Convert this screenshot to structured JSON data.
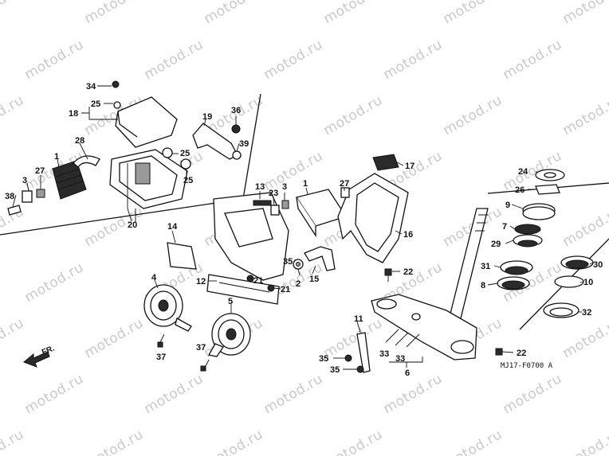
{
  "watermark": "motod.ru",
  "diagram_code": "MJ17-F0700 A",
  "direction_label": "FR.",
  "callouts": [
    {
      "id": "c34",
      "label": "34"
    },
    {
      "id": "c25a",
      "label": "25"
    },
    {
      "id": "c18",
      "label": "18"
    },
    {
      "id": "c28",
      "label": "28"
    },
    {
      "id": "c1a",
      "label": "1"
    },
    {
      "id": "c3a",
      "label": "3"
    },
    {
      "id": "c27a",
      "label": "27"
    },
    {
      "id": "c38",
      "label": "38"
    },
    {
      "id": "c20",
      "label": "20"
    },
    {
      "id": "c19",
      "label": "19"
    },
    {
      "id": "c36",
      "label": "36"
    },
    {
      "id": "c39",
      "label": "39"
    },
    {
      "id": "c25b",
      "label": "25"
    },
    {
      "id": "c25c",
      "label": "25"
    },
    {
      "id": "c13",
      "label": "13"
    },
    {
      "id": "c23",
      "label": "23"
    },
    {
      "id": "c3b",
      "label": "3"
    },
    {
      "id": "c1b",
      "label": "1"
    },
    {
      "id": "c27b",
      "label": "27"
    },
    {
      "id": "c17",
      "label": "17"
    },
    {
      "id": "c16",
      "label": "16"
    },
    {
      "id": "c14",
      "label": "14"
    },
    {
      "id": "c35a",
      "label": "35"
    },
    {
      "id": "c2",
      "label": "2"
    },
    {
      "id": "c15",
      "label": "15"
    },
    {
      "id": "c22a",
      "label": "22"
    },
    {
      "id": "c12",
      "label": "12"
    },
    {
      "id": "c21a",
      "label": "21"
    },
    {
      "id": "c21b",
      "label": "21"
    },
    {
      "id": "c4",
      "label": "4"
    },
    {
      "id": "c5",
      "label": "5"
    },
    {
      "id": "c37a",
      "label": "37"
    },
    {
      "id": "c37b",
      "label": "37"
    },
    {
      "id": "c11",
      "label": "11"
    },
    {
      "id": "c33a",
      "label": "33"
    },
    {
      "id": "c33b",
      "label": "33"
    },
    {
      "id": "c35b",
      "label": "35"
    },
    {
      "id": "c35c",
      "label": "35"
    },
    {
      "id": "c6",
      "label": "6"
    },
    {
      "id": "c22b",
      "label": "22"
    },
    {
      "id": "c24",
      "label": "24"
    },
    {
      "id": "c26",
      "label": "26"
    },
    {
      "id": "c9",
      "label": "9"
    },
    {
      "id": "c7",
      "label": "7"
    },
    {
      "id": "c29",
      "label": "29"
    },
    {
      "id": "c31",
      "label": "31"
    },
    {
      "id": "c8",
      "label": "8"
    },
    {
      "id": "c30",
      "label": "30"
    },
    {
      "id": "c10",
      "label": "10"
    },
    {
      "id": "c32",
      "label": "32"
    }
  ]
}
